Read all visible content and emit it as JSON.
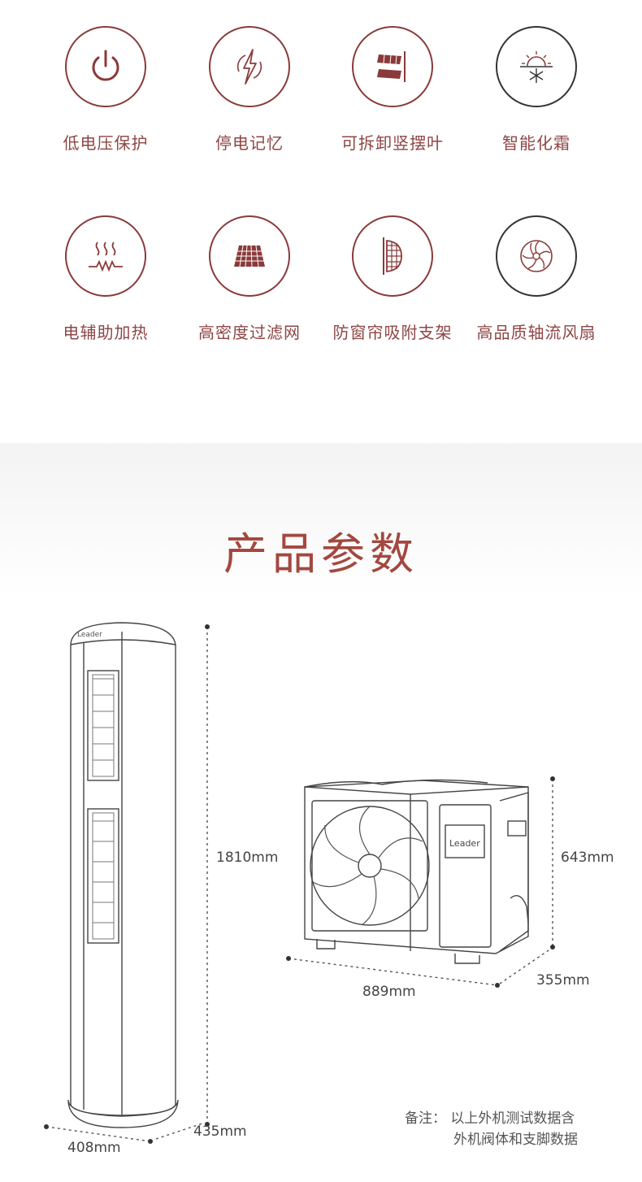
{
  "features": [
    {
      "label": "低电压保护",
      "icon": "power-icon"
    },
    {
      "label": "停电记忆",
      "icon": "lightning-plug-icon"
    },
    {
      "label": "可拆卸竖摆叶",
      "icon": "vertical-louver-icon"
    },
    {
      "label": "智能化霜",
      "icon": "sun-snowflake-icon"
    },
    {
      "label": "电辅助加热",
      "icon": "heating-icon"
    },
    {
      "label": "高密度过滤网",
      "icon": "filter-mesh-icon"
    },
    {
      "label": "防窗帘吸附支架",
      "icon": "curtain-bracket-icon"
    },
    {
      "label": "高品质轴流风扇",
      "icon": "fan-icon"
    }
  ],
  "params": {
    "title": "产品参数",
    "indoor": {
      "brand": "Leader",
      "height": "1810mm",
      "depth": "435mm",
      "width": "408mm"
    },
    "outdoor": {
      "brand": "Leader",
      "height": "643mm",
      "width": "889mm",
      "depth": "355mm"
    },
    "note_line1": "备注：  以上外机测试数据含",
    "note_line2": "外机阀体和支脚数据"
  },
  "colors": {
    "accent": "#8a3a3a",
    "title": "#a3483f"
  }
}
